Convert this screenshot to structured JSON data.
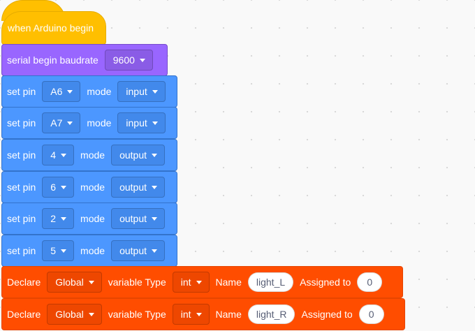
{
  "hat_block": {
    "label": "when Arduino begin",
    "color": "#ffbf00"
  },
  "serial_block": {
    "label": "serial begin baudrate",
    "baudrate": "9600",
    "color": "#9966ff"
  },
  "pin_blocks": [
    {
      "label": "set pin",
      "pin": "A6",
      "mode_label": "mode",
      "mode": "input"
    },
    {
      "label": "set pin",
      "pin": "A7",
      "mode_label": "mode",
      "mode": "input"
    },
    {
      "label": "set pin",
      "pin": "4",
      "mode_label": "mode",
      "mode": "output"
    },
    {
      "label": "set pin",
      "pin": "6",
      "mode_label": "mode",
      "mode": "output"
    },
    {
      "label": "set pin",
      "pin": "2",
      "mode_label": "mode",
      "mode": "output"
    },
    {
      "label": "set pin",
      "pin": "5",
      "mode_label": "mode",
      "mode": "output"
    }
  ],
  "declare_blocks": [
    {
      "label": "Declare",
      "scope": "Global",
      "type_label": "variable Type",
      "type": "int",
      "name_label": "Name",
      "name": "light_L",
      "assign_label": "Assigned to",
      "value": "0"
    },
    {
      "label": "Declare",
      "scope": "Global",
      "type_label": "variable Type",
      "type": "int",
      "name_label": "Name",
      "name": "light_R",
      "assign_label": "Assigned to",
      "value": "0"
    }
  ],
  "colors": {
    "pin_block": "#4c97ff",
    "declare_block": "#ff4d00",
    "workspace_bg": "#f9f9f9"
  }
}
